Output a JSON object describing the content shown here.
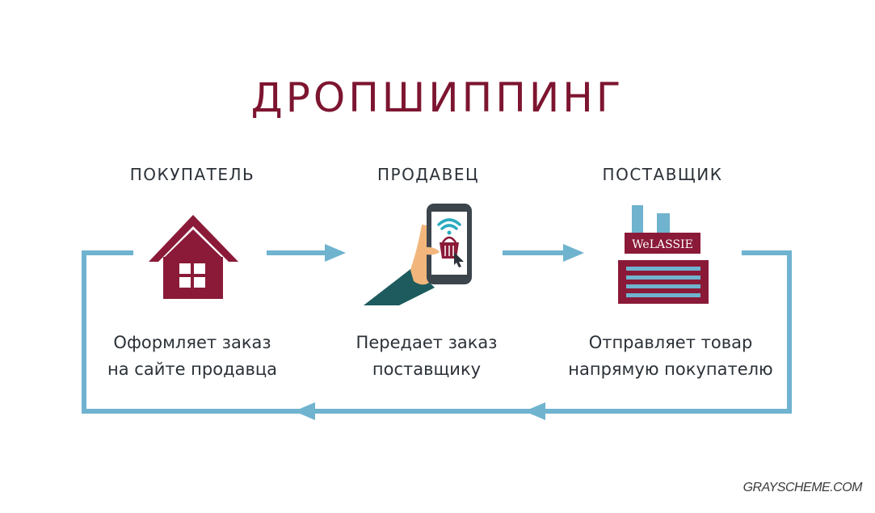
{
  "title": "ДРОПШИППИНГ",
  "steps": [
    {
      "role": "ПОКУПАТЕЛЬ",
      "icon": "house-icon",
      "desc_line1": "Оформляет заказ",
      "desc_line2": "на сайте продавца"
    },
    {
      "role": "ПРОДАВЕЦ",
      "icon": "smartphone-shopping-icon",
      "desc_line1": "Передает заказ",
      "desc_line2": "поставщику"
    },
    {
      "role": "ПОСТАВЩИК",
      "icon": "factory-icon",
      "factory_sign": "WeLASSIE",
      "desc_line1": "Отправляет товар",
      "desc_line2": "напрямую покупателю"
    }
  ],
  "watermark": "GRAYSCHEME.COM",
  "colors": {
    "title": "#7d1530",
    "accent": "#8a1a38",
    "arrow": "#6fb3cf",
    "text": "#2b3138"
  }
}
